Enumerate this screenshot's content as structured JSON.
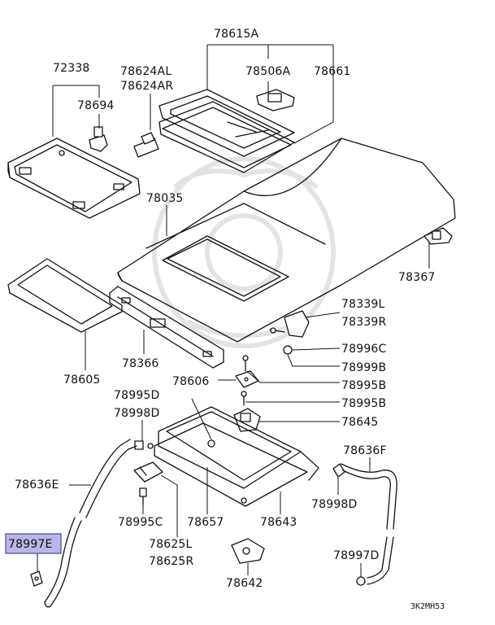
{
  "diagram": {
    "callouts": {
      "c78615A": "78615A",
      "c72338": "72338",
      "c78624AL": "78624AL",
      "c78624AR": "78624AR",
      "c78506A": "78506A",
      "c78661": "78661",
      "c78694": "78694",
      "c78035": "78035",
      "c78367": "78367",
      "c78339L": "78339L",
      "c78339R": "78339R",
      "c78996C": "78996C",
      "c78999B": "78999B",
      "c78995B_1": "78995B",
      "c78995B_2": "78995B",
      "c78606": "78606",
      "c78645": "78645",
      "c78995D": "78995D",
      "c78998D_1": "78998D",
      "c78366": "78366",
      "c78605": "78605",
      "c78636F": "78636F",
      "c78636E": "78636E",
      "c78998D_2": "78998D",
      "c78995C": "78995C",
      "c78657": "78657",
      "c78643": "78643",
      "c78997E": "78997E",
      "c78625L": "78625L",
      "c78625R": "78625R",
      "c78997D": "78997D",
      "c78642": "78642"
    },
    "highlighted": "78997E",
    "code": "3K2MH53"
  }
}
